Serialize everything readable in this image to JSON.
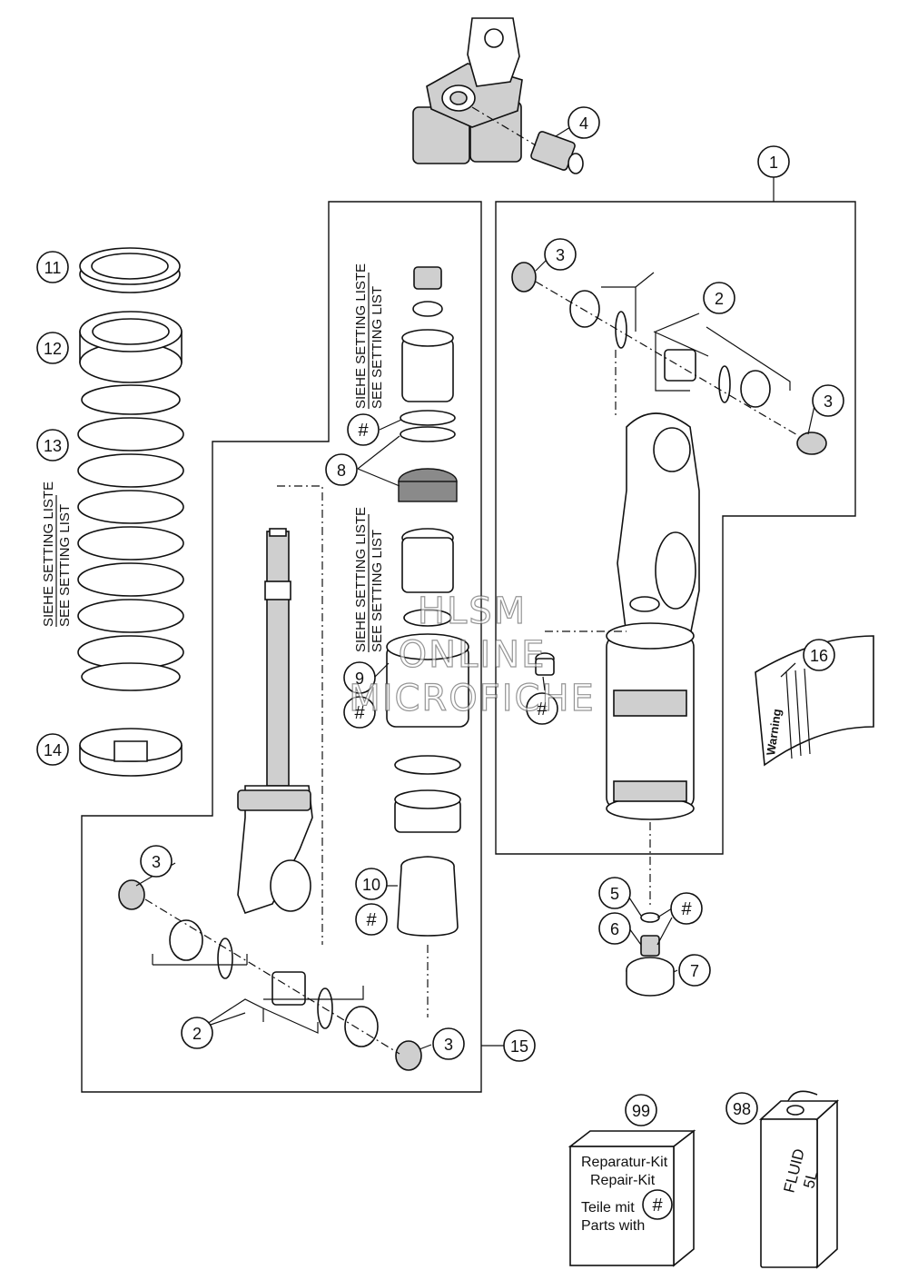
{
  "callouts": {
    "c1": "1",
    "c2a": "2",
    "c2b": "2",
    "c3a": "3",
    "c3b": "3",
    "c3c": "3",
    "c3d": "3",
    "c4": "4",
    "c5": "5",
    "c6": "6",
    "c7": "7",
    "c8": "8",
    "c9": "9",
    "c10": "10",
    "c11": "11",
    "c12": "12",
    "c13": "13",
    "c14": "14",
    "c15": "15",
    "c16": "16",
    "c98": "98",
    "c99": "99",
    "hash": "#"
  },
  "setting_labels": {
    "de": "SIEHE SETTING LISTE",
    "en": "SEE SETTING LIST"
  },
  "repair_kit": {
    "line1": "Reparatur-Kit",
    "line2": "Repair-Kit",
    "line3": "Teile mit",
    "line4": "Parts with",
    "hash": "#"
  },
  "fluid": {
    "line1": "FLUID",
    "line2": "5L"
  },
  "warning_sticker": {
    "title": "Warning"
  },
  "watermark": {
    "line1": "HLSM",
    "line2": "ONLINE",
    "line3": "MICROFICHE"
  }
}
